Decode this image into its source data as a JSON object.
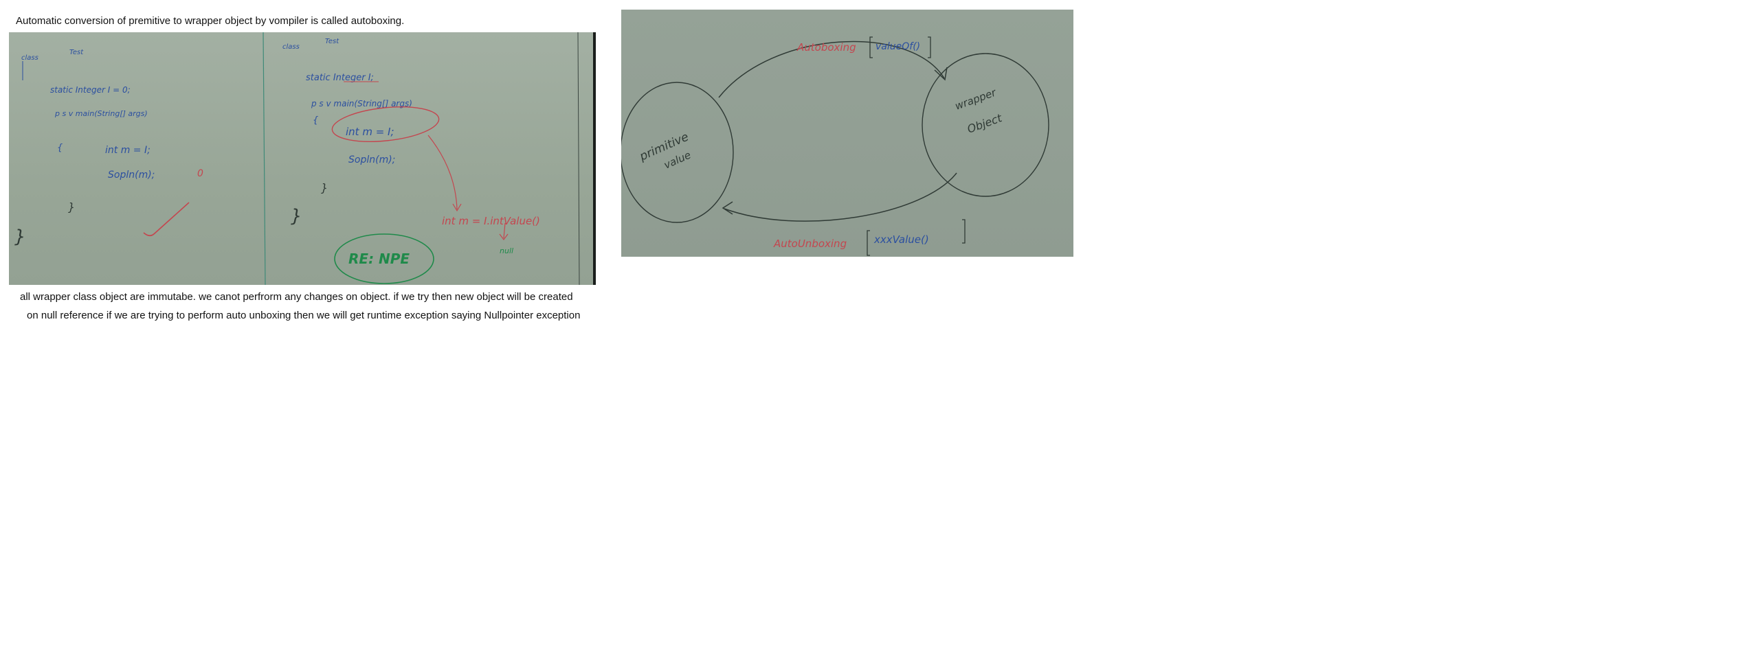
{
  "notes": {
    "top": "Automatic conversion of premitive to wrapper object by vompiler is called autoboxing.",
    "bottom_line_1": "all wrapper class object are immutabe. we canot perfrorm any changes on object. if we try then new object will be created",
    "bottom_line_2": "on null reference if we are trying to perform auto unboxing then we will get runtime exception saying Nullpointer exception"
  },
  "board_left": {
    "panel_a": {
      "class_kw": "class",
      "class_name": "Test",
      "field_line": "static Integer I = 0;",
      "main_line": "p s v main(String[] args)",
      "open_brace": "{",
      "assign_line": "int m = I;",
      "print_line": "Sopln(m);",
      "print_output": "0",
      "close_brace_inner": "}",
      "close_brace_outer": "}"
    },
    "panel_b": {
      "class_kw": "class",
      "class_name": "Test",
      "field_line": "static Integer I;",
      "main_line": "p s v main(String[] args)",
      "open_brace": "{",
      "assign_line": "int m = I;",
      "print_line": "Sopln(m);",
      "close_brace_inner": "}",
      "close_brace_outer": "}",
      "expansion_line": "int m = I.intValue()",
      "null_label": "null",
      "error_label": "RE: NPE"
    },
    "colors": {
      "board": "#9aa89a",
      "blue_marker": "#2b4fa0",
      "red_marker": "#c4464f",
      "green_marker": "#1f8a4a",
      "dark_marker": "#2f3a35"
    }
  },
  "board_right": {
    "left_circle_label_1": "primitive",
    "left_circle_label_2": "value",
    "right_circle_label_1": "wrapper",
    "right_circle_label_2": "Object",
    "top_arrow_label": "Autoboxing",
    "top_arrow_method": "valueOf()",
    "bottom_arrow_label": "AutoUnboxing",
    "bottom_arrow_method": "xxxValue()",
    "colors": {
      "board": "#929f94",
      "red_marker": "#c4464f",
      "blue_marker": "#2b4fa0",
      "dark_marker": "#2f3a35"
    }
  }
}
